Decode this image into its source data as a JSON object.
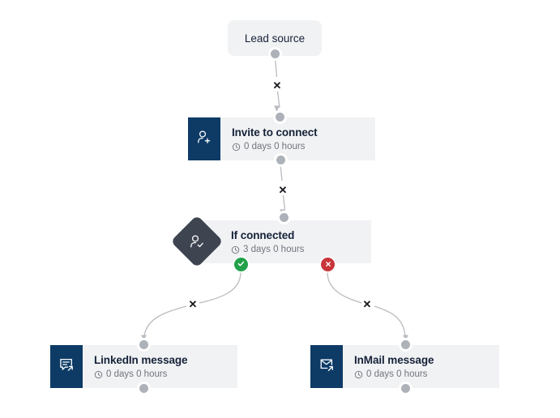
{
  "colors": {
    "canvas_background": "#ffffff",
    "card_background": "#f1f2f4",
    "icon_tile": "#0d3b66",
    "decision_diamond": "#3e4450",
    "title_text": "#152238",
    "subtitle_text": "#70757e",
    "connector": "#b9bbc0",
    "port": "#adb1b8",
    "badge_yes": "#22a04a",
    "badge_no": "#c9353a",
    "delete_handle": "#16181d"
  },
  "flow": {
    "start": {
      "label": "Lead source",
      "name": "lead-source-node"
    },
    "steps": [
      {
        "id": "invite-to-connect",
        "title": "Invite to connect",
        "delay": "0 days 0 hours",
        "icon": "person-plus-icon",
        "shape": "rectangle"
      },
      {
        "id": "if-connected",
        "title": "If connected",
        "delay": "3 days 0 hours",
        "icon": "person-check-icon",
        "shape": "diamond"
      },
      {
        "id": "linkedin-message",
        "title": "LinkedIn message",
        "delay": "0 days 0 hours",
        "icon": "chat-bubble-arrow-icon",
        "shape": "rectangle"
      },
      {
        "id": "inmail-message",
        "title": "InMail message",
        "delay": "0 days 0 hours",
        "icon": "envelope-arrow-icon",
        "shape": "rectangle"
      }
    ],
    "branches": {
      "yes_badge": "check-icon",
      "no_badge": "cross-icon"
    },
    "edge_delete_label": "✕",
    "edge_count": 4
  }
}
